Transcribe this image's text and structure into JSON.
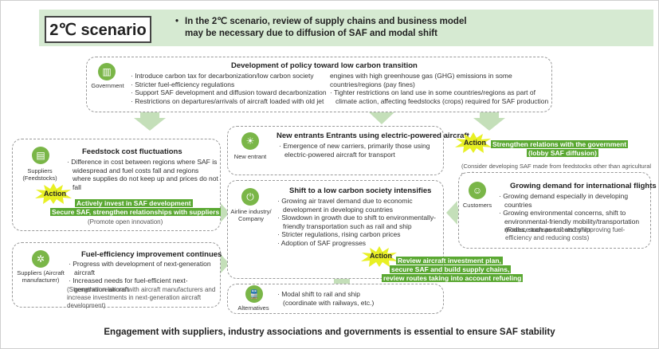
{
  "header": {
    "scenario": "2℃ scenario",
    "line1": "In the 2℃ scenario, review of supply chains and business model",
    "line2": "may be necessary due to diffusion of SAF and modal shift"
  },
  "government": {
    "icon_label": "Government",
    "title": "Development of policy toward low carbon transition",
    "left": [
      "Introduce carbon tax for decarbonization/low carbon society",
      "Stricter fuel-efficiency regulations",
      "Support SAF development and diffusion toward decarbonization",
      "Restrictions on departures/arrivals of aircraft loaded with old jet"
    ],
    "right": [
      "engines with high greenhouse gas (GHG) emissions in some countries/regions (pay fines)",
      "Tighter restrictions on land use in some countries/regions as part of climate action, affecting feedstocks (crops) required for SAF production"
    ]
  },
  "feedstock": {
    "icon_label": "Suppliers (Feedstocks)",
    "title": "Feedstock cost fluctuations",
    "lines": [
      "Difference in cost between regions where SAF is widespread and fuel costs fall and regions where supplies do not keep up and prices do not fall"
    ],
    "action": "Action",
    "action_line1": "Actively invest in SAF development",
    "action_line2": "Secure SAF, strengthen relationships with suppliers",
    "note": "(Promote open innovation)"
  },
  "new_entrant": {
    "icon_label": "New entrant",
    "title": "New entrants Entrants using electric-powered aircraft",
    "lines": [
      "Emergence of new carriers, primarily those using electric-powered aircraft for transport"
    ]
  },
  "gov_action": {
    "action": "Action",
    "line1": "Strengthen relations with the government",
    "line2": "(lobby SAF diffusion)",
    "note": "(Consider developing SAF made from feedstocks other than agricultural products)"
  },
  "industry": {
    "icon_label": "Airline industry/ Company",
    "title": "Shift to a low carbon society intensifies",
    "lines": [
      "Growing air travel demand due to economic development in developing countries",
      "Slowdown in growth due to shift to environmentally-friendly transportation such as rail and ship",
      "Stricter regulations, rising carbon prices",
      "Adoption of SAF progresses"
    ],
    "action": "Action",
    "action_lines": [
      "Review aircraft investment plan,",
      "secure SAF and build supply chains,",
      "review routes taking into account refueling"
    ]
  },
  "customers": {
    "icon_label": "Customers",
    "title": "Growing demand for international flights",
    "lines": [
      "Growing demand especially in developing countries",
      "Growing environmental concerns, shift to environmental-friendly mobility/transportation modes, such as rail and ship"
    ],
    "note": "(Reduce transport costs by improving fuel-efficiency and reducing costs)"
  },
  "manufacturer": {
    "icon_label": "Suppliers (Aircraft manufacturer)",
    "title": "Fuel-efficiency improvement continues",
    "lines": [
      "Progress with development of next-generation aircraft",
      "Increased needs for fuel-efficient next-generation aircraft"
    ],
    "note": "(Strengthen relations with aircraft manufacturers and increase investments in next-generation aircraft development)"
  },
  "alternatives": {
    "icon_label": "Alternatives",
    "line1": "Modal shift to rail and ship",
    "line2": "(coordinate with railways, etc.)"
  },
  "footer": "Engagement with suppliers, industry associations and governments is essential to ensure SAF stability",
  "colors": {
    "accent_green": "#7ab648",
    "action_green": "#5aa832",
    "arrow_green": "#c4dfb9",
    "starburst_yellow": "#e8f023",
    "header_band": "#d6ead2"
  }
}
